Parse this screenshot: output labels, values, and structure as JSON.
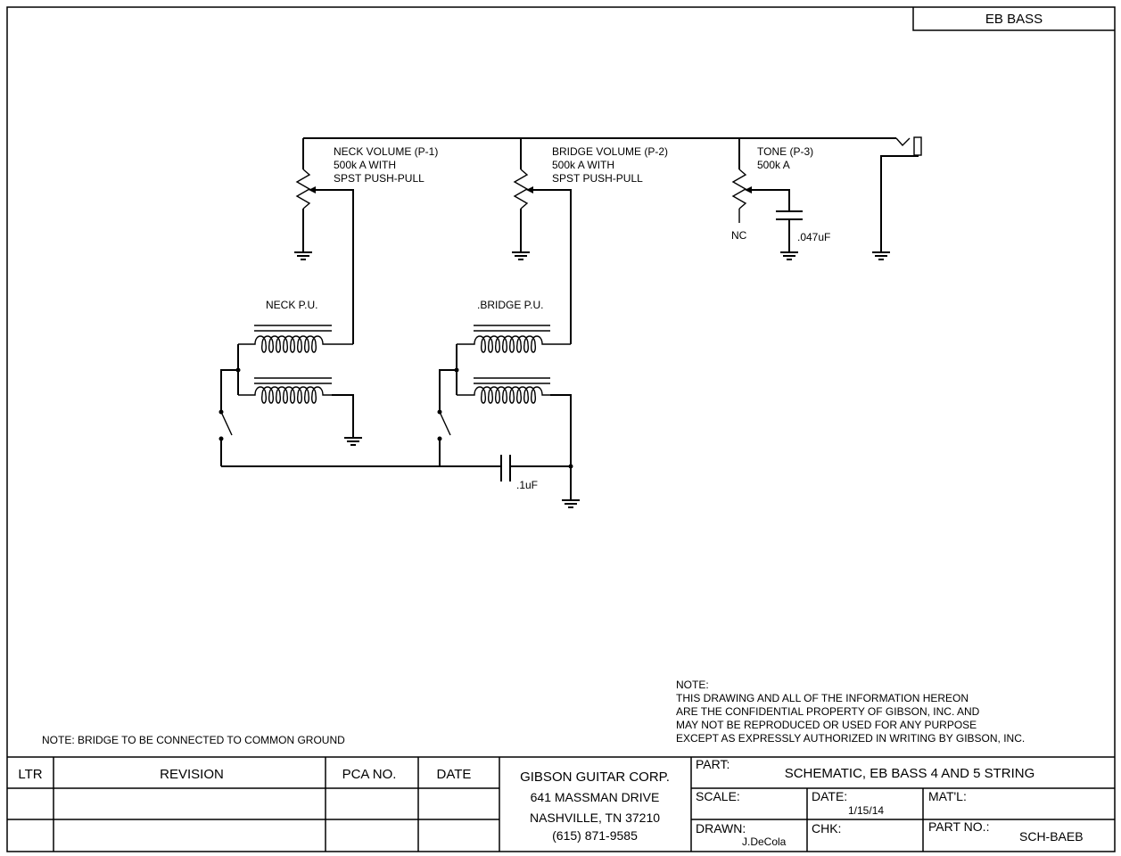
{
  "header": {
    "model": "EB BASS"
  },
  "schematic": {
    "neck_volume": {
      "title": "NECK VOLUME (P-1)",
      "value": "500k A  WITH",
      "switch": "SPST PUSH-PULL"
    },
    "bridge_volume": {
      "title": "BRIDGE VOLUME (P-2)",
      "value": "500k A  WITH",
      "switch": "SPST PUSH-PULL"
    },
    "tone": {
      "title": "TONE (P-3)",
      "value": "500k A",
      "nc_label": "NC",
      "cap_label": ".047uF"
    },
    "neck_pickup": {
      "label": "NECK P.U."
    },
    "bridge_pickup": {
      "label": ".BRIDGE P.U."
    },
    "series_cap": {
      "label": ".1uF"
    }
  },
  "notes": {
    "ground_note": "NOTE:  BRIDGE TO BE CONNECTED TO COMMON GROUND",
    "confidential": {
      "heading": "NOTE:",
      "lines": [
        "THIS DRAWING AND ALL OF THE INFORMATION HEREON",
        "ARE THE CONFIDENTIAL PROPERTY OF GIBSON, INC. AND",
        "MAY NOT BE REPRODUCED OR USED FOR ANY PURPOSE",
        "EXCEPT AS EXPRESSLY AUTHORIZED IN WRITING BY GIBSON, INC."
      ]
    }
  },
  "revision_table": {
    "headers": [
      "LTR",
      "REVISION",
      "PCA NO.",
      "DATE"
    ],
    "rows": [
      [
        "",
        "",
        "",
        ""
      ],
      [
        "",
        "",
        "",
        ""
      ]
    ]
  },
  "company": {
    "name": "GIBSON GUITAR CORP.",
    "address1": "641 MASSMAN DRIVE",
    "address2": "NASHVILLE, TN 37210",
    "phone": "(615) 871-9585"
  },
  "title_block": {
    "part_label": "PART:",
    "part_value": "SCHEMATIC, EB BASS 4 AND 5 STRING",
    "scale_label": "SCALE:",
    "scale_value": "",
    "date_label": "DATE:",
    "date_value": "1/15/14",
    "matl_label": "MAT'L:",
    "matl_value": "",
    "drawn_label": "DRAWN:",
    "drawn_value": "J.DeCola",
    "chk_label": "CHK:",
    "chk_value": "",
    "part_no_label": "PART NO.:",
    "part_no_value": "SCH-BAEB"
  }
}
